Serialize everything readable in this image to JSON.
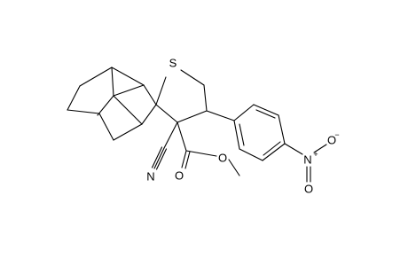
{
  "molecule": {
    "atoms": {
      "sulfur": "S",
      "nitrile_nitrogen": "N",
      "carbonyl_oxygen": "O",
      "ester_oxygen": "O",
      "nitro_nitrogen": "N",
      "nitro_oxygen_top": "O",
      "nitro_oxygen_bottom": "O",
      "nitro_n_charge": "+",
      "nitro_o_charge": "−"
    },
    "colors": {
      "bond": "#000000",
      "label": "#000000",
      "background": "#ffffff"
    }
  }
}
